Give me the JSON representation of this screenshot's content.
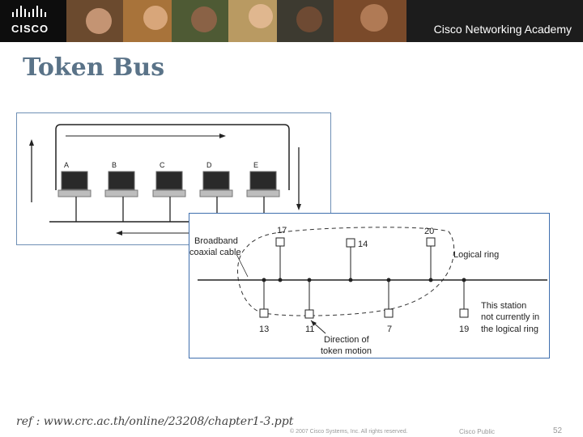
{
  "header": {
    "logo_text": "CISCO",
    "academy_text": "Cisco Networking Academy"
  },
  "title": "Token Bus",
  "diagram_a": {
    "stations": [
      "A",
      "B",
      "C",
      "D",
      "E"
    ]
  },
  "diagram_b": {
    "label_broadband": "Broadband",
    "label_coax": "coaxial cable",
    "label_logical_ring": "Logical ring",
    "label_station_line1": "This station",
    "label_station_line2": "not currently in",
    "label_station_line3": "the logical ring",
    "label_direction_line1": "Direction of",
    "label_direction_line2": "token motion",
    "top_nodes": [
      "17",
      "14",
      "20"
    ],
    "bottom_nodes": [
      "13",
      "11",
      "7",
      "19"
    ]
  },
  "footer": {
    "reference": "ref : www.crc.ac.th/online/23208/chapter1-3.ppt",
    "copyright": "© 2007 Cisco Systems, Inc. All rights reserved.",
    "classification": "Cisco Public",
    "page_number": "52"
  },
  "colors": {
    "banner_bg": "#1c1c1c",
    "title_color": "#5a7388",
    "frame_border": "#3f6fae"
  }
}
